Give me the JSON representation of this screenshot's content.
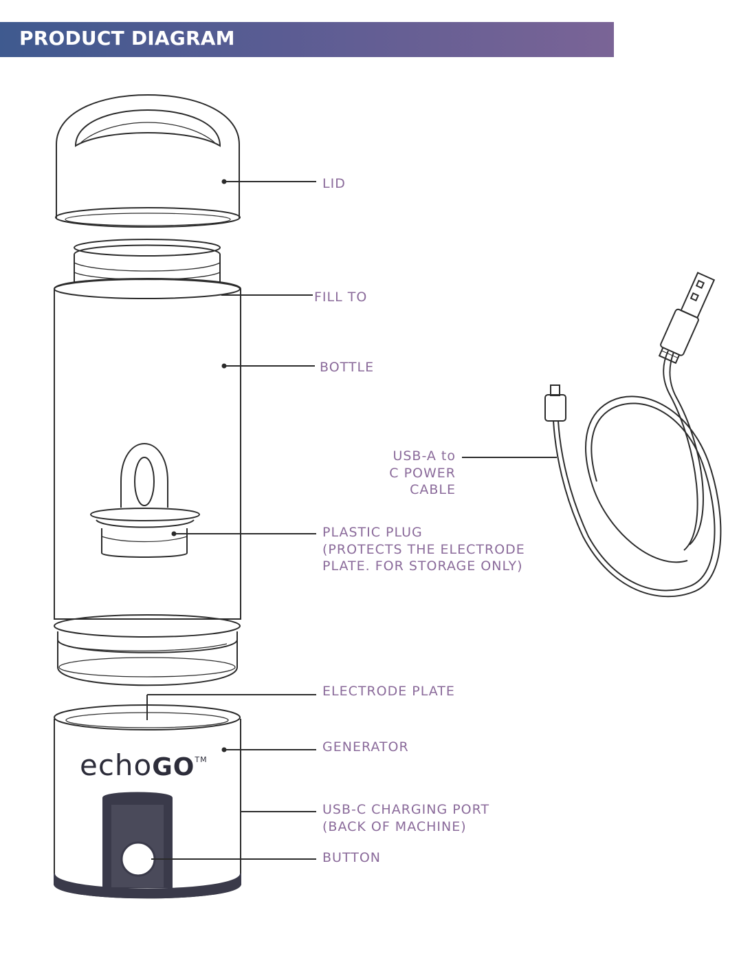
{
  "header": {
    "title": "PRODUCT DIAGRAM"
  },
  "colors": {
    "header_start": "#3f5a8f",
    "header_end": "#7a6496",
    "label": "#8a6a9a",
    "line": "#2b2b2b",
    "dark_panel": "#3a3a4a"
  },
  "labels": {
    "lid": "LID",
    "fill_to": "FILL TO",
    "bottle": "BOTTLE",
    "cable_1": "USB-A to",
    "cable_2": "C POWER",
    "cable_3": "CABLE",
    "plug_1": "PLASTIC PLUG",
    "plug_2": "(PROTECTS THE ELECTRODE",
    "plug_3": "PLATE. FOR STORAGE ONLY)",
    "electrode": "ELECTRODE PLATE",
    "generator": "GENERATOR",
    "port_1": "USB-C   CHARGING   PORT",
    "port_2": "(BACK OF MACHINE)",
    "button": "BUTTON"
  },
  "logo": {
    "light": "echo",
    "bold": "GO",
    "mark": "TM"
  }
}
